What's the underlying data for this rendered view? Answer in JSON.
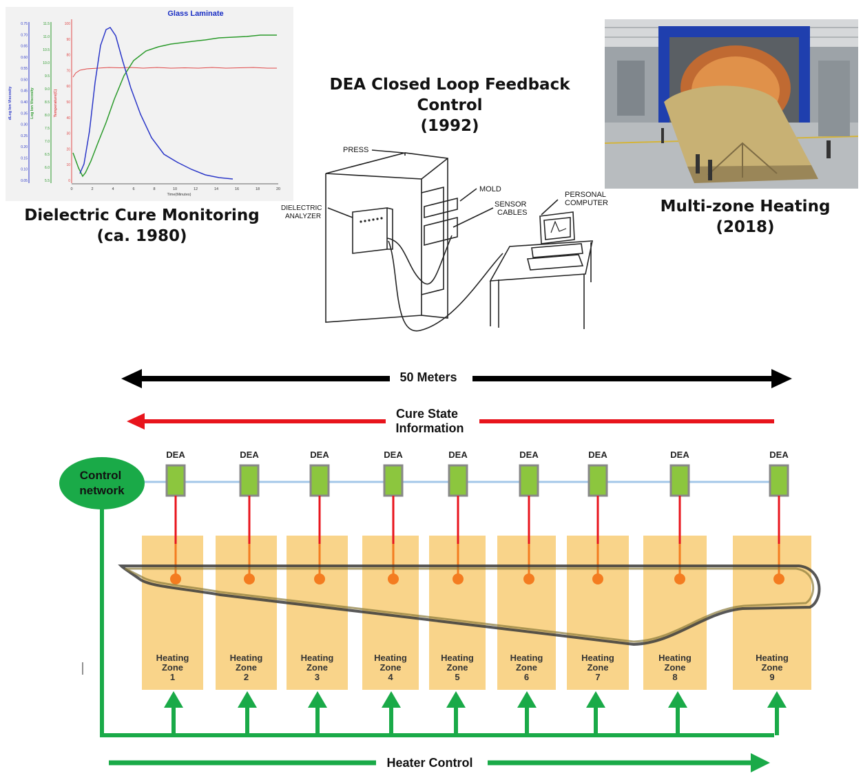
{
  "cure_chart": {
    "title": "Glass Laminate",
    "xlabel": "Time(Minutes)",
    "ylabels": [
      "dLog Ion Viscosity",
      "Log Ion Viscosity",
      "Temperature(C)"
    ],
    "x_ticks": [
      "0",
      "2",
      "4",
      "6",
      "8",
      "10",
      "12",
      "14",
      "16",
      "18",
      "20"
    ],
    "y1_ticks": [
      "0.05",
      "0.10",
      "0.15",
      "0.20",
      "0.25",
      "0.30",
      "0.35",
      "0.40",
      "0.45",
      "0.50",
      "0.55",
      "0.60",
      "0.65",
      "0.70",
      "0.75"
    ],
    "y2_ticks": [
      "5.5",
      "6.0",
      "6.5",
      "7.0",
      "7.5",
      "8.0",
      "8.5",
      "9.0",
      "9.5",
      "10.0",
      "10.5",
      "11.0",
      "11.5"
    ],
    "y3_ticks": [
      "0",
      "10",
      "20",
      "30",
      "40",
      "50",
      "60",
      "70",
      "80",
      "90",
      "100"
    ],
    "colors": {
      "title": "#1a2fc4",
      "deriv": "#2a36c8",
      "visc": "#2a9a2a",
      "temp": "#e04848"
    }
  },
  "captions": {
    "cure": [
      "Dielectric Cure Monitoring",
      "(ca. 1980)"
    ],
    "dea": [
      "DEA Closed Loop Feedback",
      "Control",
      "(1992)"
    ],
    "heating": [
      "Multi-zone Heating",
      "(2018)"
    ]
  },
  "drawing": {
    "press": "PRESS",
    "mold": "MOLD",
    "sensor": [
      "SENSOR",
      "CABLES"
    ],
    "pc": [
      "PERSONAL",
      "COMPUTER"
    ],
    "analyzer": [
      "DIELECTRIC",
      "ANALYZER"
    ]
  },
  "diagram": {
    "meters": "50 Meters",
    "cure_state": [
      "Cure State",
      "Information"
    ],
    "control_network": [
      "Control",
      "network"
    ],
    "dea_label": "DEA",
    "zone_word": "Heating",
    "zone_word2": "Zone",
    "zones": [
      "1",
      "2",
      "3",
      "4",
      "5",
      "6",
      "7",
      "8",
      "9"
    ],
    "heater_control": "Heater Control",
    "colors": {
      "green": "#1aaa48",
      "red": "#e8141c",
      "zone": "#f9d48a",
      "dea_box": "#8cc63e",
      "orange": "#f47c20"
    }
  }
}
